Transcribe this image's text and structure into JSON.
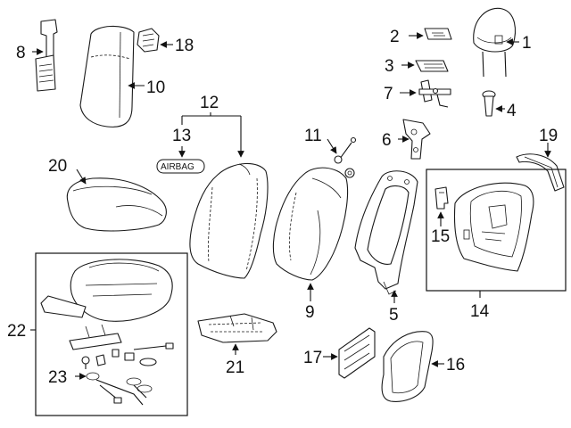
{
  "callouts": {
    "c1": "1",
    "c2": "2",
    "c3": "3",
    "c4": "4",
    "c5": "5",
    "c6": "6",
    "c7": "7",
    "c8": "8",
    "c9": "9",
    "c10": "10",
    "c11": "11",
    "c12": "12",
    "c13": "13",
    "c14": "14",
    "c15": "15",
    "c16": "16",
    "c17": "17",
    "c18": "18",
    "c19": "19",
    "c20": "20",
    "c21": "21",
    "c22": "22",
    "c23": "23"
  },
  "airbag_label": "AIRBAG"
}
